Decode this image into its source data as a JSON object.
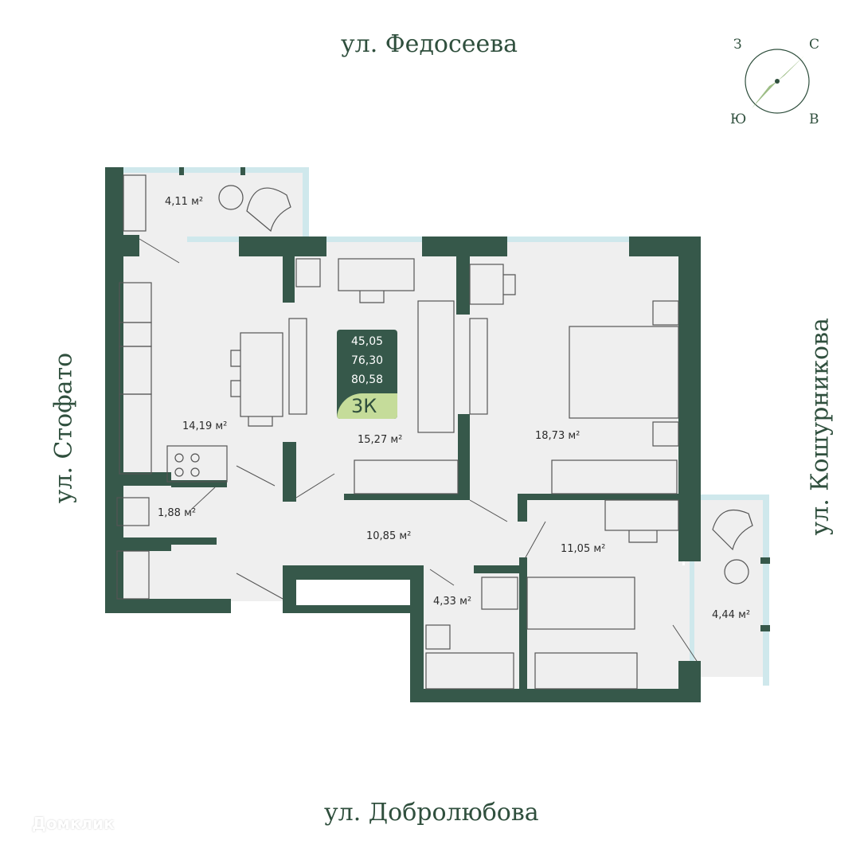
{
  "streets": {
    "top": "ул. Федосеева",
    "bottom": "ул. Добролюбова",
    "left": "ул. Стофато",
    "right": "ул. Кошурникова"
  },
  "compass": {
    "n": "С",
    "s": "Ю",
    "w": "З",
    "e": "В"
  },
  "badge": {
    "living_area": "45,05",
    "total_area": "76,30",
    "area_with_balcony": "80,58",
    "type": "3К"
  },
  "rooms": {
    "balcony_top": "4,11 м²",
    "kitchen": "14,19 м²",
    "living": "15,27 м²",
    "bedroom1": "18,73 м²",
    "wc": "1,88 м²",
    "hall": "10,85 м²",
    "bathroom": "4,33 м²",
    "bedroom2": "11,05 м²",
    "balcony_right": "4,44 м²"
  },
  "watermark": "Домклик",
  "colors": {
    "wall": "#36584a",
    "floor": "#efefef",
    "window": "#cfe8ec",
    "accent": "#c5dc9a"
  }
}
